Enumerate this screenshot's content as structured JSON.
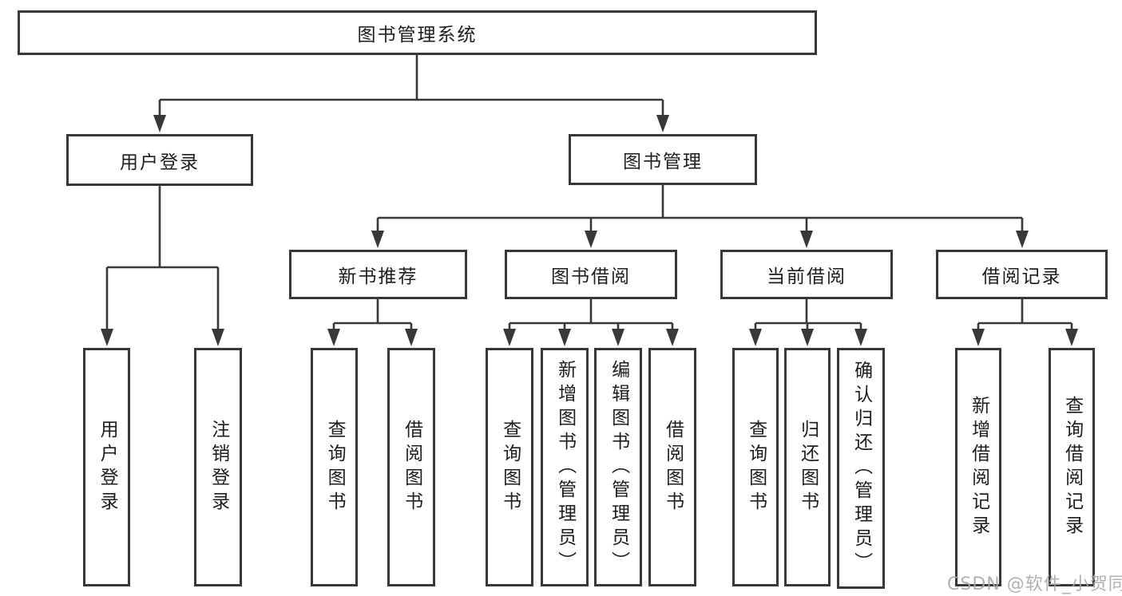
{
  "tree": {
    "root": "图书管理系统",
    "user_login": {
      "label": "用户登录",
      "children": [
        "用户登录",
        "注销登录"
      ]
    },
    "book_management": {
      "label": "图书管理",
      "groups": [
        {
          "label": "新书推荐",
          "children": [
            "查询图书",
            "借阅图书"
          ]
        },
        {
          "label": "图书借阅",
          "children": [
            "查询图书",
            "新增图书（管理员）",
            "编辑图书（管理员）",
            "借阅图书"
          ]
        },
        {
          "label": "当前借阅",
          "children": [
            "查询图书",
            "归还图书",
            "确认归还（管理员）"
          ]
        },
        {
          "label": "借阅记录",
          "children": [
            "新增借阅记录",
            "查询借阅记录"
          ]
        }
      ]
    }
  },
  "colors": {
    "line": "#383838",
    "text": "#1d1d1d",
    "watermark": "#a8a8a8"
  },
  "watermark": "CSDN @软件_小贺同学"
}
